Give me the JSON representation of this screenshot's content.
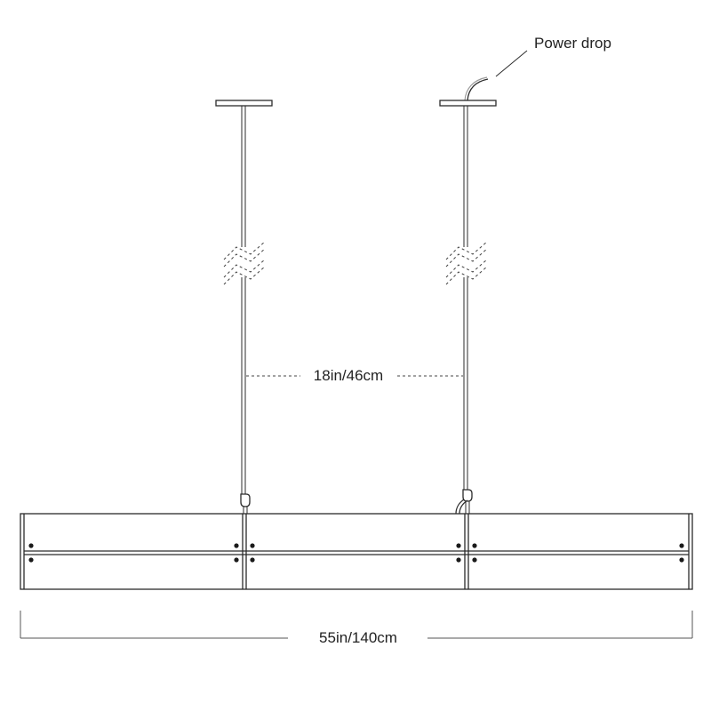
{
  "diagram": {
    "labels": {
      "power_drop": "Power drop",
      "cable_spacing": "18in/46cm",
      "overall_width": "55in/140cm"
    },
    "colors": {
      "line": "#2b2b2b",
      "text": "#222222",
      "cable": "#9a9a9a"
    }
  }
}
